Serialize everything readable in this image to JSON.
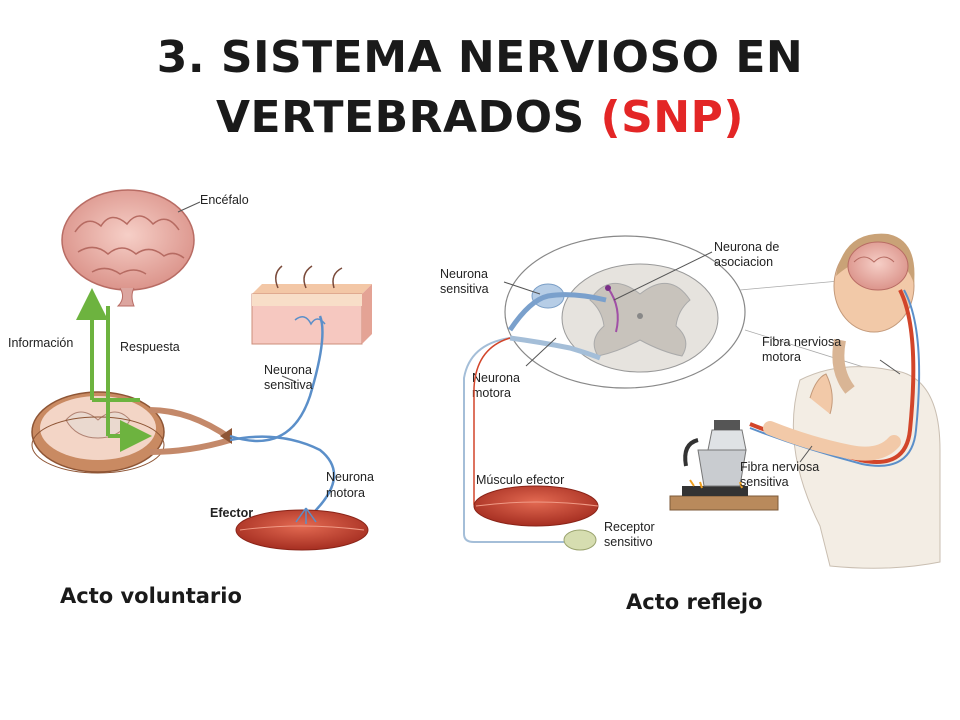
{
  "title": {
    "line1": "3. SISTEMA NERVIOSO EN",
    "line2_prefix": "VERTEBRADOS ",
    "line2_accent": "(SNP)",
    "accent_color": "#e32626"
  },
  "left_diagram": {
    "labels": {
      "encefalo": "Encéfalo",
      "informacion": "Información",
      "respuesta": "Respuesta",
      "neurona_sensitiva_l1": "Neurona",
      "neurona_sensitiva_l2": "sensitiva",
      "neurona_motora_l1": "Neurona",
      "neurona_motora_l2": "motora",
      "efector": "Efector"
    },
    "caption": "Acto voluntario"
  },
  "right_diagram": {
    "labels": {
      "neurona_asociacion_l1": "Neurona de",
      "neurona_asociacion_l2": "asociacion",
      "neurona_sensitiva_l1": "Neurona",
      "neurona_sensitiva_l2": "sensitiva",
      "neurona_motora_l1": "Neurona",
      "neurona_motora_l2": "motora",
      "fibra_motora_l1": "Fibra nerviosa",
      "fibra_motora_l2": "motora",
      "musculo_efector": "Músculo efector",
      "fibra_sensitiva_l1": "Fibra nerviosa",
      "fibra_sensitiva_l2": "sensitiva",
      "receptor_l1": "Receptor",
      "receptor_l2": "sensitivo"
    },
    "caption": "Acto reflejo"
  },
  "colors": {
    "arrow_green": "#6db33f",
    "nerve_blue": "#5b8fc9",
    "nerve_red": "#d2452a",
    "brain_pink": "#e8a7a0",
    "muscle_red": "#c9402f"
  }
}
